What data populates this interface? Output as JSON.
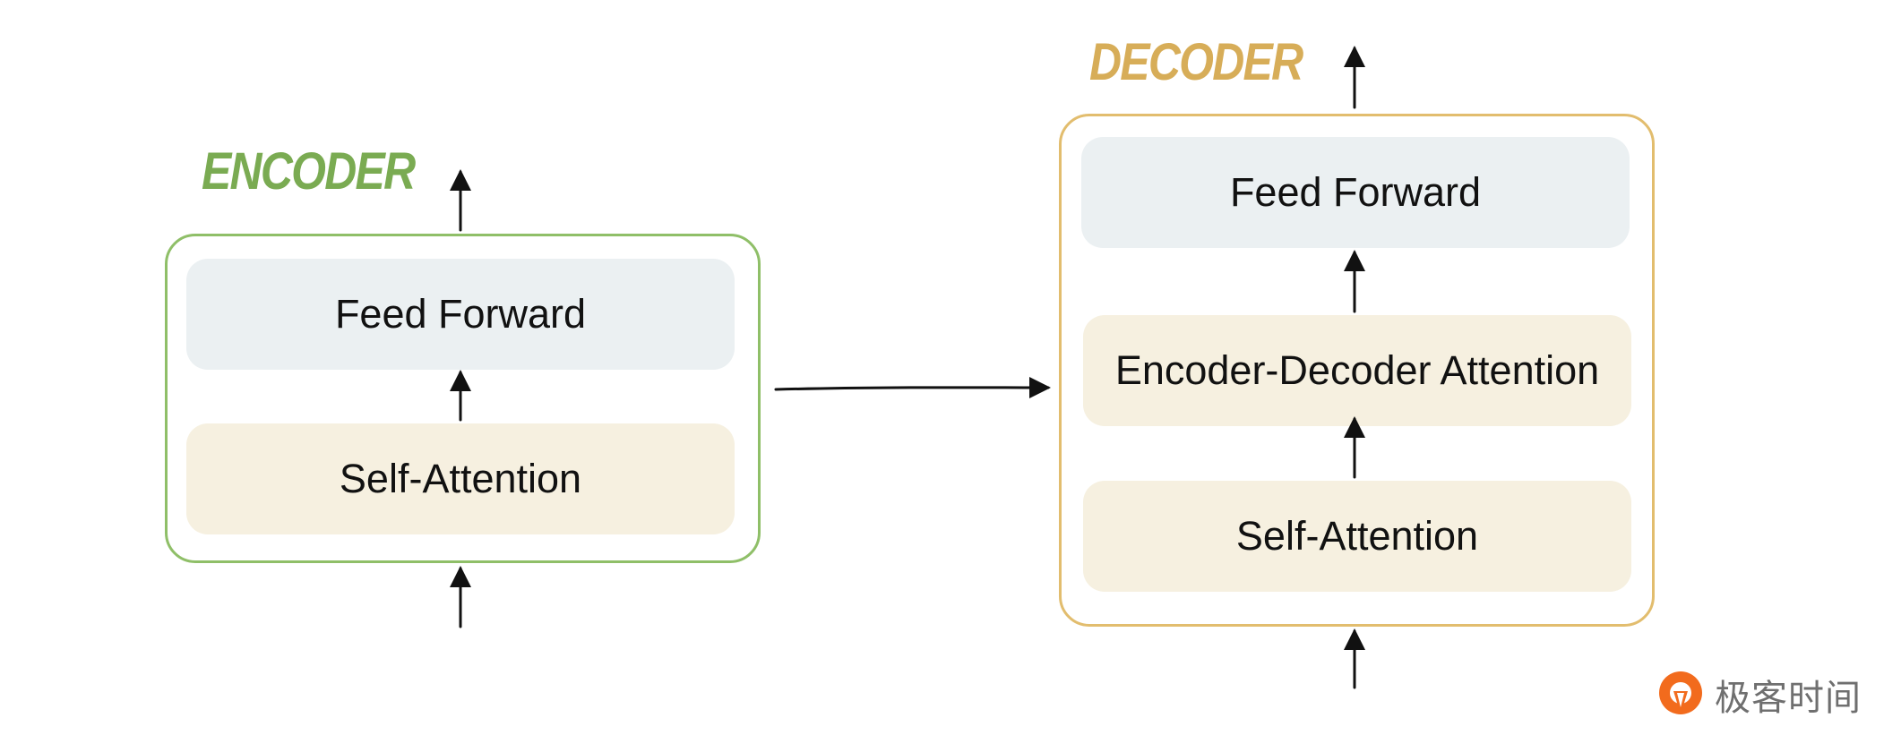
{
  "encoder": {
    "title": "ENCODER",
    "layers": {
      "feed_forward": "Feed Forward",
      "self_attention": "Self-Attention"
    }
  },
  "decoder": {
    "title": "DECODER",
    "layers": {
      "feed_forward": "Feed Forward",
      "encoder_decoder_attention": "Encoder-Decoder Attention",
      "self_attention": "Self-Attention"
    }
  },
  "brand": {
    "name": "极客时间",
    "icon": "geektime-logo-icon"
  },
  "colors": {
    "encoder_accent": "#7aab52",
    "decoder_accent": "#d7ad58",
    "feed_forward_fill": "#ebf0f2",
    "attention_fill": "#f6f0e0",
    "brand_orange": "#f26b1d"
  }
}
